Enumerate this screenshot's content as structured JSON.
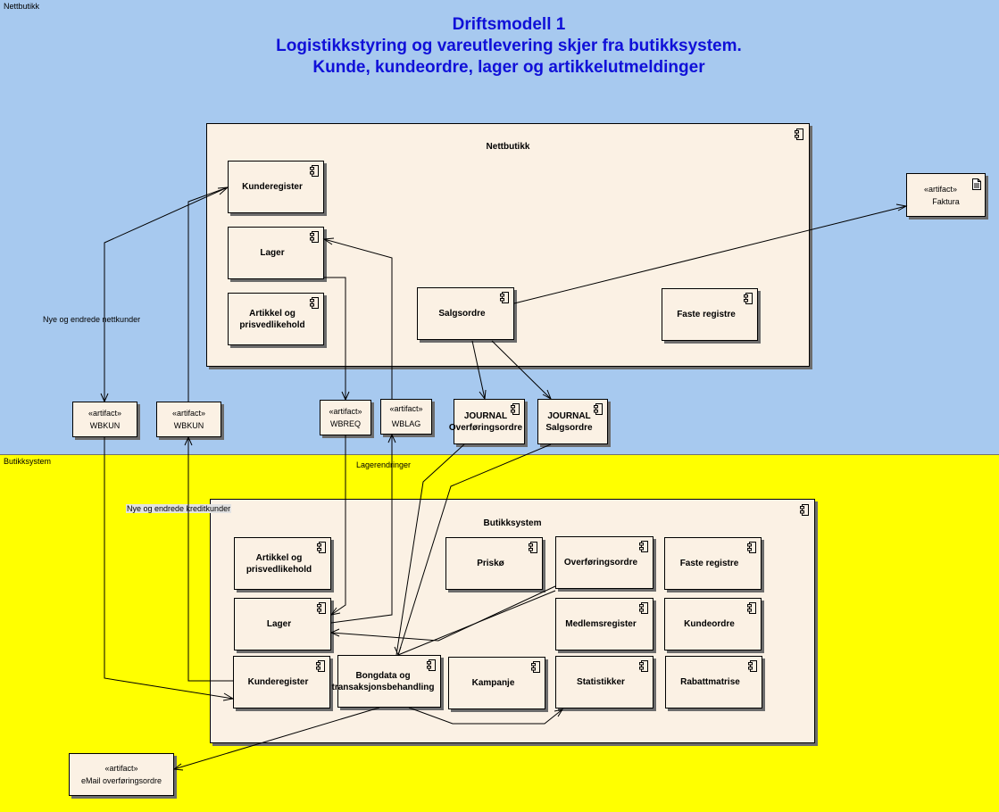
{
  "lanes": {
    "top": "Nettbutikk",
    "bottom": "Butikksystem"
  },
  "colors": {
    "top_lane": "#a7c9ef",
    "bottom_lane": "#ffff00",
    "title": "#1010d8",
    "box_fill": "#fbf1e4"
  },
  "title": {
    "line1": "Driftsmodell 1",
    "line2": "Logistikkstyring og vareutlevering skjer fra butikksystem.",
    "line3": "Kunde, kundeordre, lager og artikkelutmeldinger"
  },
  "nettbutikk": {
    "label": "Nettbutikk",
    "components": {
      "kunderegister": "Kunderegister",
      "lager": "Lager",
      "artikkel": "Artikkel og prisvedlikehold",
      "salgsordre": "Salgsordre",
      "faste": "Faste registre"
    }
  },
  "butikksystem": {
    "label": "Butikksystem",
    "components": {
      "artikkel": "Artikkel og prisvedlikehold",
      "lager": "Lager",
      "kunderegister": "Kunderegister",
      "prisko": "Priskø",
      "overforing": "Overføringsordre",
      "medlem": "Medlemsregister",
      "faste": "Faste registre",
      "kundeordre": "Kundeordre",
      "bongdata": "Bongdata og transaksjonsbehandling",
      "kampanje": "Kampanje",
      "statistikker": "Statistikker",
      "rabatt": "Rabattmatrise"
    }
  },
  "journals": {
    "overforing": "JOURNAL Overføringsordre",
    "salgsordre": "JOURNAL Salgsordre"
  },
  "artifacts": {
    "stereotype": "«artifact»",
    "wbkun1": "WBKUN",
    "wbkun2": "WBKUN",
    "wbreq": "WBREQ",
    "wblag": "WBLAG",
    "faktura": "Faktura",
    "email": "eMail overføringsordre"
  },
  "edge_labels": {
    "nye_nettkunder": "Nye og endrede nettkunder",
    "lagerendringer": "Lagerendringer",
    "nye_kreditkunder": "Nye og endrede kreditkunder"
  },
  "icons": {
    "component": "component-icon",
    "document": "document-icon"
  }
}
